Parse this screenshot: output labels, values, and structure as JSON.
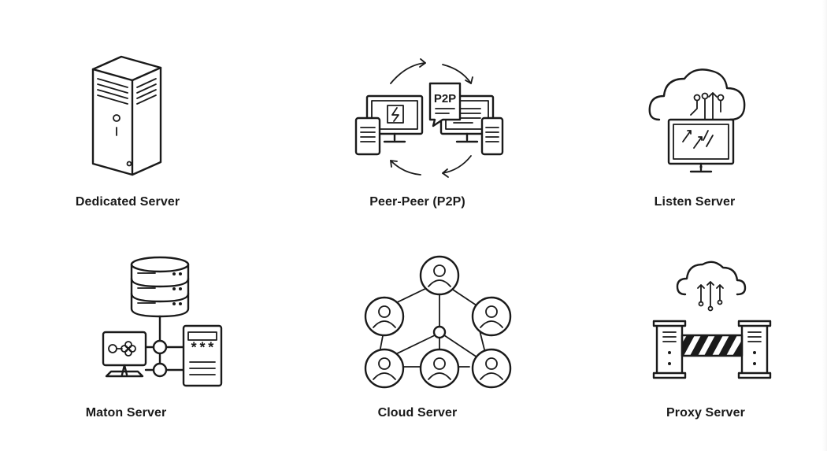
{
  "tiles": [
    {
      "label": "Dedicated Server",
      "icon": "server-tower-icon"
    },
    {
      "label": "Peer-Peer (P2P)",
      "icon": "p2p-network-icon",
      "badge": "P2P"
    },
    {
      "label": "Listen Server",
      "icon": "monitor-cloud-icon"
    },
    {
      "label": "Maton Server",
      "icon": "database-network-icon",
      "password_mask": "***"
    },
    {
      "label": "Cloud Server",
      "icon": "user-network-icon"
    },
    {
      "label": "Proxy Server",
      "icon": "proxy-gate-icon"
    }
  ]
}
